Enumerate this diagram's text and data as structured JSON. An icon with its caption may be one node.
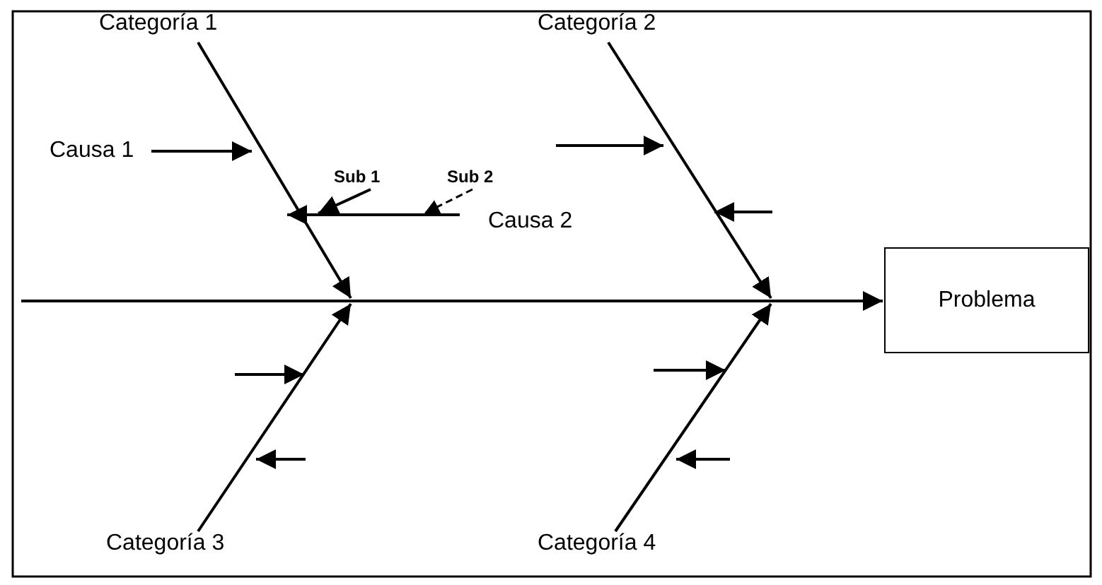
{
  "diagram": {
    "nodes": [
      {
        "text": [
          "Categoría 1"
        ]
      },
      {
        "text": [
          "Categoría 2"
        ]
      },
      {
        "text": [
          "Causa 1"
        ]
      },
      {
        "text": [
          "Sub 1"
        ]
      },
      {
        "text": [
          "Sub 2"
        ]
      },
      {
        "text": [
          "Causa 2"
        ]
      },
      {
        "text": [
          "Problema"
        ]
      },
      {
        "text": [
          "Categoría 3"
        ]
      },
      {
        "text": [
          "Categoría 4"
        ]
      }
    ],
    "edges": [
      {
        "from": null,
        "to": 6,
        "arrow": "to"
      },
      {
        "from": 0,
        "to": null,
        "arrow": "to"
      },
      {
        "from": 1,
        "to": null,
        "arrow": "to"
      },
      {
        "from": 7,
        "to": null,
        "arrow": "to"
      },
      {
        "from": 8,
        "to": null,
        "arrow": "to"
      },
      {
        "from": 2,
        "to": null,
        "arrow": "to"
      },
      {
        "from": 5,
        "to": null,
        "arrow": "to"
      },
      {
        "from": 3,
        "to": null,
        "arrow": "to"
      },
      {
        "from": 4,
        "to": null,
        "arrow": "to",
        "style": "dashed"
      }
    ]
  }
}
